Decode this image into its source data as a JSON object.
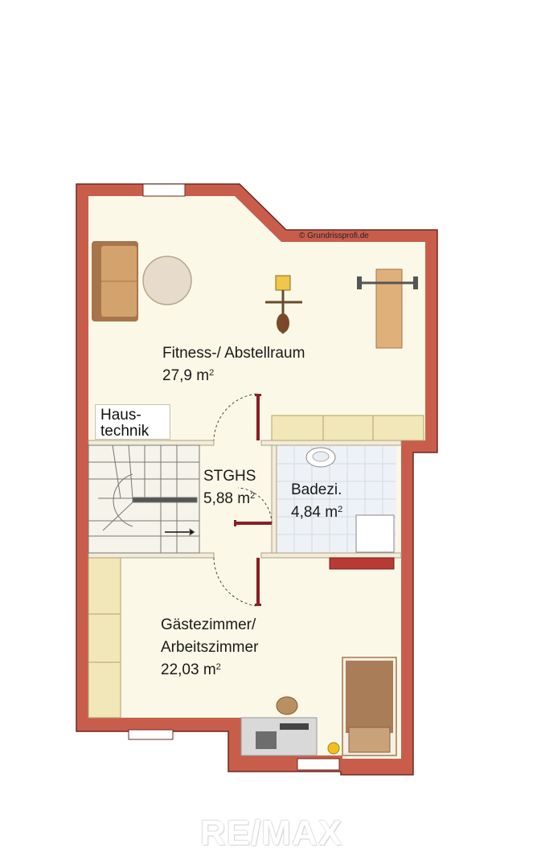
{
  "copyright": "© Grundrissprofi.de",
  "rooms": {
    "fitness": {
      "name": "Fitness-/ Abstellraum",
      "area": "27,9 m",
      "unit_sup": "2"
    },
    "haustechnik": {
      "line1": "Haus-",
      "line2": "technik"
    },
    "stairs": {
      "name": "STGHS",
      "area": "5,88 m",
      "unit_sup": "2"
    },
    "bath": {
      "name": "Badezi.",
      "area": "4,84 m",
      "unit_sup": "2"
    },
    "guest": {
      "line1": "Gästezimmer/",
      "line2": "Arbeitszimmer",
      "area": "22,03 m",
      "unit_sup": "2"
    }
  },
  "watermark": "RE/MAX",
  "colors": {
    "wall": "#c95d4c",
    "wall_stroke": "#6e2a22",
    "floor": "#fbf8e7",
    "tile": "#eef2f6",
    "furniture": "#d2a36d",
    "furniture_dark": "#a8744a"
  }
}
